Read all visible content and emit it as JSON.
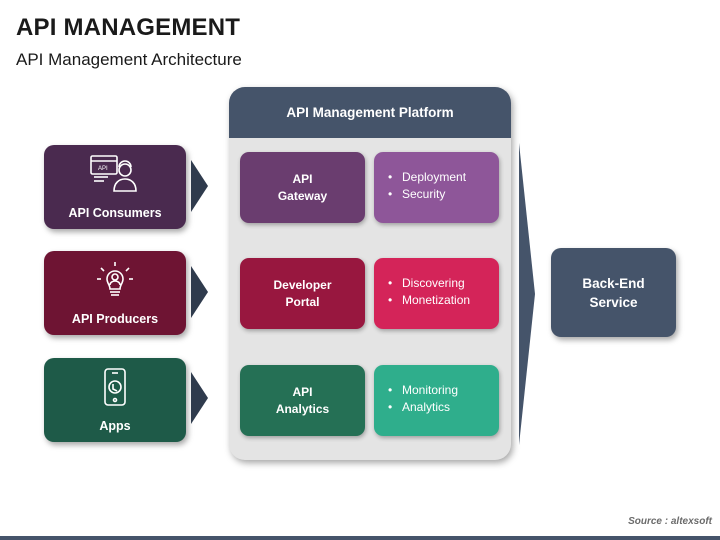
{
  "header": {
    "title": "API MANAGEMENT",
    "subtitle": "API Management Architecture"
  },
  "left_items": [
    {
      "label": "API Consumers",
      "icon": "api-consumer-icon",
      "color": "#4a2a4f"
    },
    {
      "label": "API Producers",
      "icon": "lightbulb-person-icon",
      "color": "#6e1433"
    },
    {
      "label": "Apps",
      "icon": "smartphone-icon",
      "color": "#1e5a48"
    }
  ],
  "platform": {
    "title": "API Management Platform",
    "header_color": "#45546a",
    "rows": [
      {
        "name_lines": [
          "API",
          "Gateway"
        ],
        "name_color": "#6a3d6f",
        "bullets": [
          "Deployment",
          "Security"
        ],
        "bullet_color": "#8e5699"
      },
      {
        "name_lines": [
          "Developer",
          "Portal"
        ],
        "name_color": "#98173f",
        "bullets": [
          "Discovering",
          "Monetization"
        ],
        "bullet_color": "#d42459"
      },
      {
        "name_lines": [
          "API",
          "Analytics"
        ],
        "name_color": "#257055",
        "bullets": [
          "Monitoring",
          "Analytics"
        ],
        "bullet_color": "#2fae8c"
      }
    ]
  },
  "backend": {
    "lines": [
      "Back-End",
      "Service"
    ],
    "color": "#45546a"
  },
  "source": "Source : altexsoft"
}
